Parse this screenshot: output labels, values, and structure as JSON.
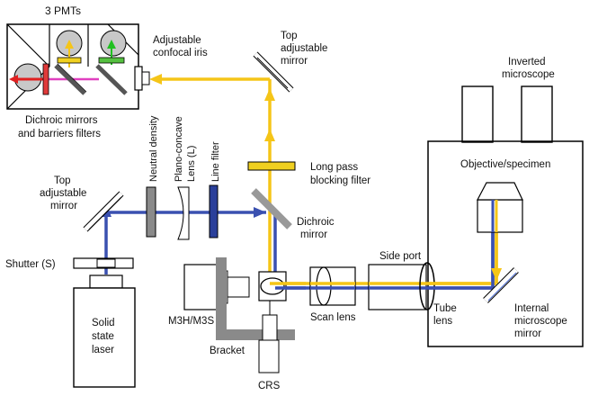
{
  "colors": {
    "yellow_beam": "#f5c518",
    "blue_beam": "#3a50b0",
    "red_beam": "#e02020",
    "magenta_beam": "#e040c0",
    "green_beam": "#20c020",
    "gray_part": "#8a8a8a",
    "pmt_fill": "#c8c8c8",
    "line_filter": "#2a3f9a",
    "red_filter": "#e03a3a",
    "green_filter": "#55c040",
    "yellow_filter": "#f0d020"
  },
  "labels": {
    "pmts": "3 PMTs",
    "dichroic_filters_1": "Dichroic mirrors",
    "dichroic_filters_2": "and barriers filters",
    "iris_1": "Adjustable",
    "iris_2": "confocal iris",
    "top_mirror_right_1": "Top",
    "top_mirror_right_2": "adjustable",
    "top_mirror_right_3": "mirror",
    "inverted_1": "Inverted",
    "inverted_2": "microscope",
    "objective": "Objective/specimen",
    "long_pass_1": "Long pass",
    "long_pass_2": "blocking filter",
    "neutral_density": "Neutral density",
    "plano_concave_1": "Plano-concave",
    "plano_concave_2": "Lens (L)",
    "line_filter": "Line filter",
    "top_mirror_left_1": "Top",
    "top_mirror_left_2": "adjustable",
    "top_mirror_left_3": "mirror",
    "dichroic_1": "Dichroic",
    "dichroic_2": "mirror",
    "side_port": "Side port",
    "shutter": "Shutter (S)",
    "laser_1": "Solid",
    "laser_2": "state",
    "laser_3": "laser",
    "m3h": "M3H/M3S",
    "scan_lens": "Scan lens",
    "tube_lens_1": "Tube",
    "tube_lens_2": "lens",
    "internal_mirror_1": "Internal",
    "internal_mirror_2": "microscope",
    "internal_mirror_3": "mirror",
    "bracket": "Bracket",
    "crs": "CRS"
  }
}
